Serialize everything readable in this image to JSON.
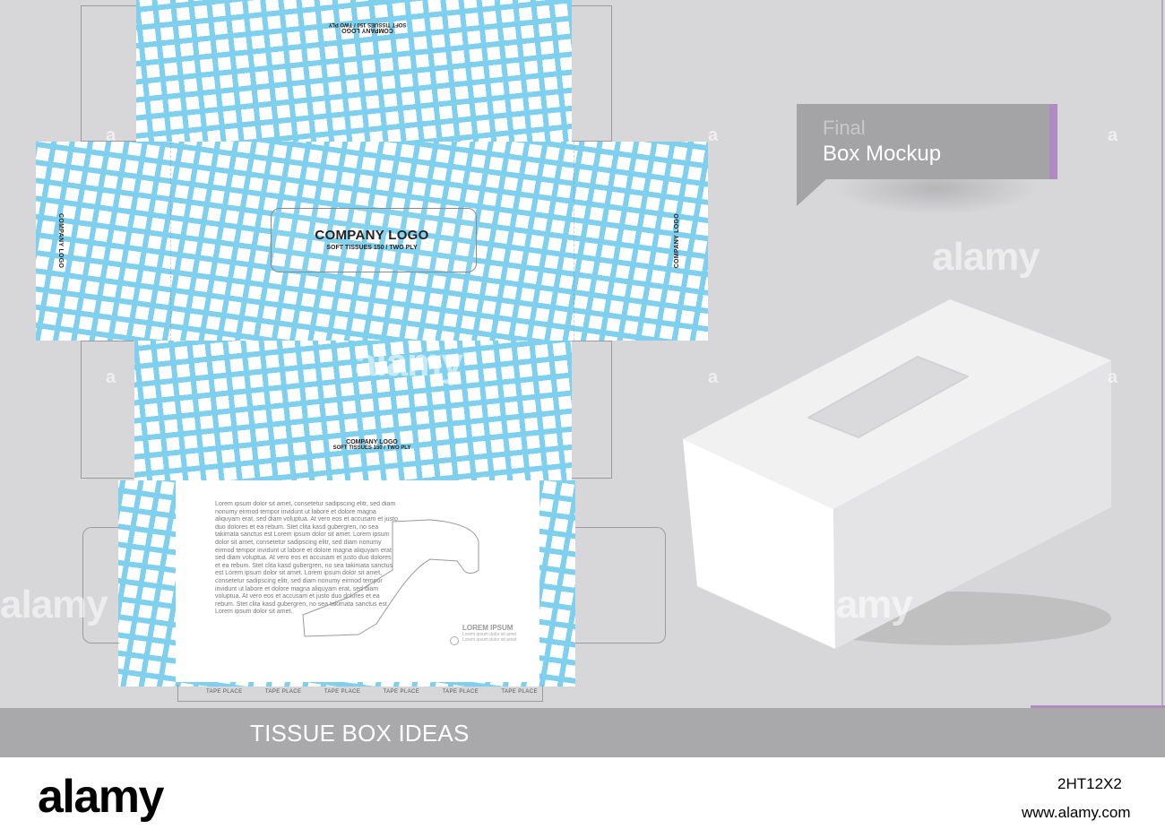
{
  "header": {
    "final_label": "Final",
    "mockup_label": "Box Mockup"
  },
  "dieline": {
    "front": {
      "logo_title": "COMPANY LOGO",
      "logo_sub": "SOFT TISSUES  150 / TWO PLY"
    },
    "top_flipped": {
      "logo_title": "COMPANY LOGO",
      "logo_sub": "SOFT TISSUES 150 / TWO PLY"
    },
    "back": {
      "logo_title": "COMPANY LOGO",
      "logo_sub": "SOFT TISSUES  150 / TWO PLY"
    },
    "side_left_logo": "COMPANY LOGO",
    "side_right_logo": "COMPANY LOGO",
    "lorem_text": "Lorem ipsum dolor sit amet, consetetur sadipscing elitr, sed diam nonumy eirmod tempor invidunt ut labore et dolore magna aliquyam erat, sed diam voluptua. At vero eos et accusam et justo duo dolores et ea rebum. Stet clita kasd gubergren, no sea takimata sanctus est Lorem ipsum dolor sit amet. Lorem ipsum dolor sit amet, consetetur sadipscing elitr, sed diam nonumy eirmod tempor invidunt ut labore et dolore magna aliquyam erat, sed diam voluptua. At vero eos et accusam et justo duo dolores et ea rebum. Stet clita kasd gubergren, no sea takimata sanctus est Lorem ipsum dolor sit amet. Lorem ipsum dolor sit amet, consetetur sadipscing elitr, sed diam nonumy eirmod tempor invidunt ut labore et dolore magna aliquyam erat, sed diam voluptua. At vero eos et accusam et justo duo dolores et ea rebum. Stet clita kasd gubergren, no sea takimata sanctus est Lorem ipsum dolor sit amet.",
    "brand_title": "LOREM IPSUM",
    "brand_line1": "Lorem ipsum dolor sit amet",
    "brand_line2": "Lorem ipsum dolor sit amet",
    "tape_labels": [
      "TAPE PLACE",
      "TAPE PLACE",
      "TAPE PLACE",
      "TAPE PLACE",
      "TAPE PLACE",
      "TAPE PLACE"
    ]
  },
  "banner": {
    "title": "TISSUE BOX IDEAS"
  },
  "watermark": {
    "text": "alamy"
  },
  "footer": {
    "logo_text": "alamy",
    "image_id": "2HT12X2",
    "url": "www.alamy.com"
  },
  "colors": {
    "pattern_blue": "#7fd0ef",
    "banner_gray": "#a9a9ab",
    "accent_purple": "#b08bc2",
    "label_gray": "#a4a4a6"
  }
}
